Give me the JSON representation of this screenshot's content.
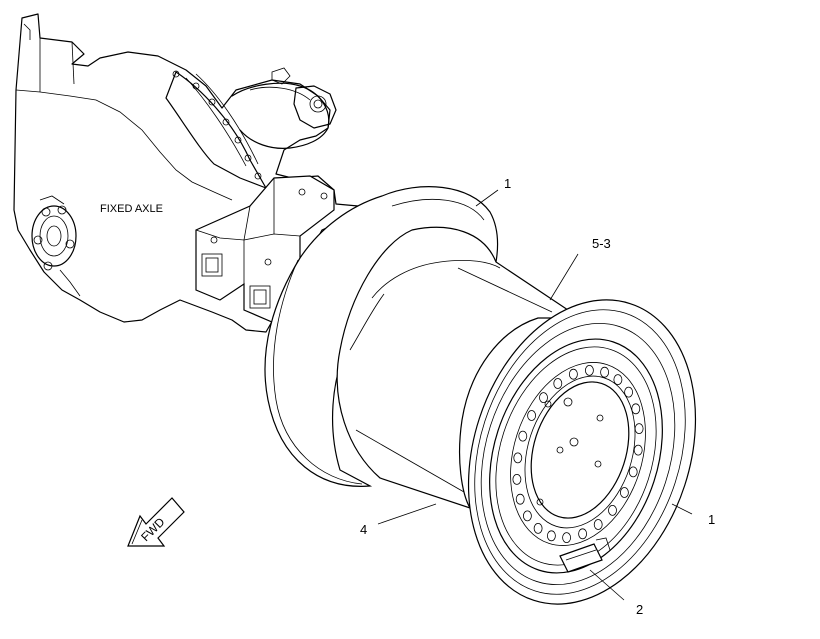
{
  "diagram": {
    "axle_label": "FIXED AXLE",
    "direction_label": "FWD",
    "callouts": [
      {
        "id": "rim-inner",
        "text": "1"
      },
      {
        "id": "rim-outer",
        "text": "1"
      },
      {
        "id": "lock-ring",
        "text": "2"
      },
      {
        "id": "rim-base",
        "text": "4"
      },
      {
        "id": "rim-band",
        "text": "5-3"
      }
    ]
  }
}
